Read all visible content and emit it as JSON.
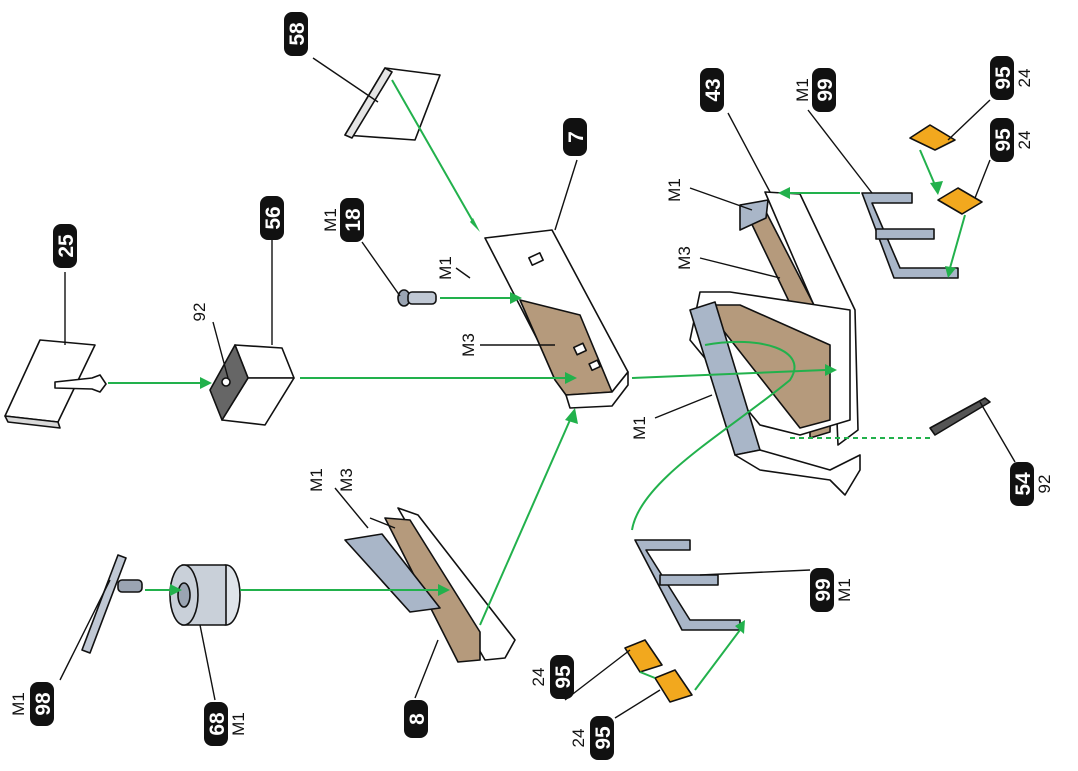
{
  "callouts": {
    "c25": "25",
    "c56": "56",
    "c58": "58",
    "c7": "7",
    "c18": "18",
    "c43": "43",
    "c99a": "99",
    "c95a": "95",
    "c95b": "95",
    "c8": "8",
    "c68": "68",
    "c98": "98",
    "c54": "54",
    "c99b": "99",
    "c95c": "95",
    "c95d": "95"
  },
  "labels": {
    "l92_top": "92",
    "l_m1_18": "M1",
    "l_m1_7": "M1",
    "l_m3_7": "M3",
    "l_m1_99a": "M1",
    "l_24_a": "24",
    "l_24_b": "24",
    "l_m1_43": "M1",
    "l_m3_43": "M3",
    "l_m1_frame": "M1",
    "l_m1_8": "M1",
    "l_m3_8": "M3",
    "l_m1_68": "M1",
    "l_m1_98": "M1",
    "l_92_54": "92",
    "l_m1_99b": "M1",
    "l_24_c": "24",
    "l_24_d": "24"
  },
  "colors": {
    "arrow": "#22b14c",
    "wood": "#b59a7c",
    "metal": "#a9b6c8",
    "dark": "#555555",
    "amber": "#f2a81e",
    "callout_bg": "#111111"
  }
}
